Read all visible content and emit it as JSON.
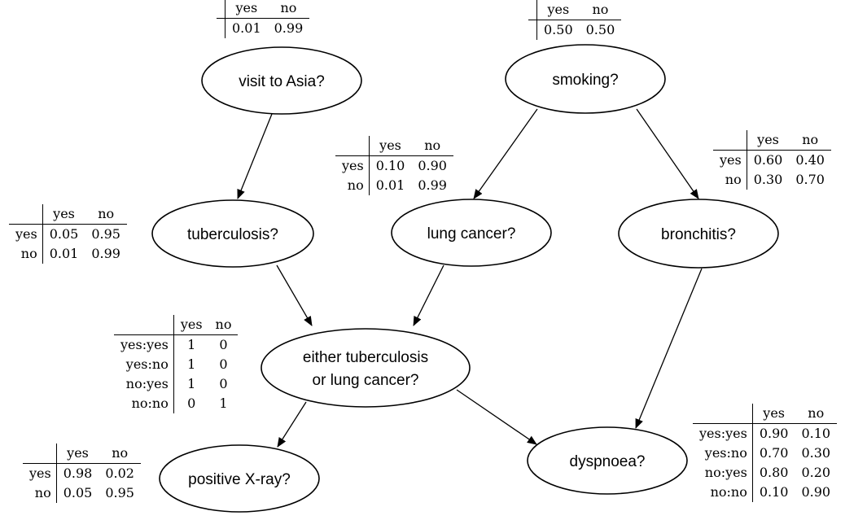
{
  "nodes": {
    "visit_asia": "visit to Asia?",
    "smoking": "smoking?",
    "tuberculosis": "tuberculosis?",
    "lung_cancer": "lung cancer?",
    "bronchitis": "bronchitis?",
    "either_line1": "either tuberculosis",
    "either_line2": "or lung cancer?",
    "xray": "positive X-ray?",
    "dyspnoea": "dyspnoea?"
  },
  "cpts": {
    "visit_asia": {
      "cols": [
        "yes",
        "no"
      ],
      "rows": [
        {
          "label": "",
          "values": [
            "0.01",
            "0.99"
          ]
        }
      ]
    },
    "smoking": {
      "cols": [
        "yes",
        "no"
      ],
      "rows": [
        {
          "label": "",
          "values": [
            "0.50",
            "0.50"
          ]
        }
      ]
    },
    "lung_cancer": {
      "cols": [
        "yes",
        "no"
      ],
      "rows": [
        {
          "label": "yes",
          "values": [
            "0.10",
            "0.90"
          ]
        },
        {
          "label": "no",
          "values": [
            "0.01",
            "0.99"
          ]
        }
      ]
    },
    "bronchitis": {
      "cols": [
        "yes",
        "no"
      ],
      "rows": [
        {
          "label": "yes",
          "values": [
            "0.60",
            "0.40"
          ]
        },
        {
          "label": "no",
          "values": [
            "0.30",
            "0.70"
          ]
        }
      ]
    },
    "tuberculosis": {
      "cols": [
        "yes",
        "no"
      ],
      "rows": [
        {
          "label": "yes",
          "values": [
            "0.05",
            "0.95"
          ]
        },
        {
          "label": "no",
          "values": [
            "0.01",
            "0.99"
          ]
        }
      ]
    },
    "either": {
      "cols": [
        "yes",
        "no"
      ],
      "rows": [
        {
          "label": "yes:yes",
          "values": [
            "1",
            "0"
          ]
        },
        {
          "label": "yes:no",
          "values": [
            "1",
            "0"
          ]
        },
        {
          "label": "no:yes",
          "values": [
            "1",
            "0"
          ]
        },
        {
          "label": "no:no",
          "values": [
            "0",
            "1"
          ]
        }
      ]
    },
    "xray": {
      "cols": [
        "yes",
        "no"
      ],
      "rows": [
        {
          "label": "yes",
          "values": [
            "0.98",
            "0.02"
          ]
        },
        {
          "label": "no",
          "values": [
            "0.05",
            "0.95"
          ]
        }
      ]
    },
    "dyspnoea": {
      "cols": [
        "yes",
        "no"
      ],
      "rows": [
        {
          "label": "yes:yes",
          "values": [
            "0.90",
            "0.10"
          ]
        },
        {
          "label": "yes:no",
          "values": [
            "0.70",
            "0.30"
          ]
        },
        {
          "label": "no:yes",
          "values": [
            "0.80",
            "0.20"
          ]
        },
        {
          "label": "no:no",
          "values": [
            "0.10",
            "0.90"
          ]
        }
      ]
    }
  }
}
